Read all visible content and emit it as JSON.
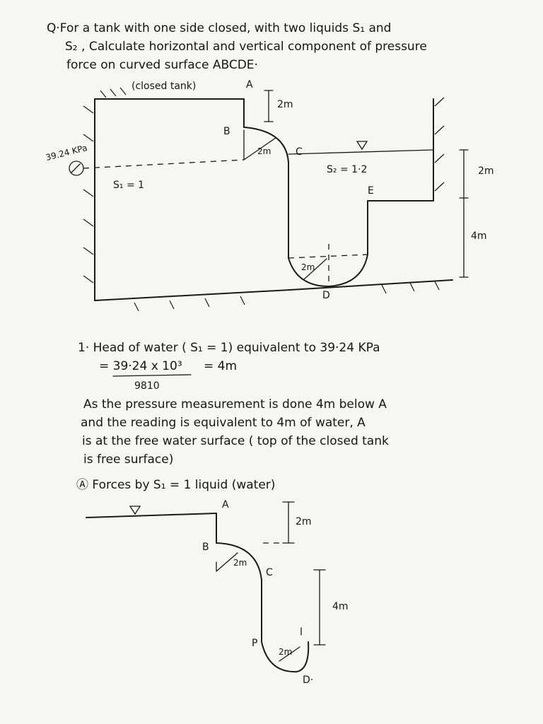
{
  "question": {
    "line1": "Q·For a tank with one side closed, with two liquids S₁ and",
    "line2": "S₂ , Calculate horizontal and vertical component of pressure",
    "line3": "force on curved surface ABCDE·"
  },
  "figure1": {
    "closed_tank_label": "(closed tank)",
    "A": "A",
    "B": "B",
    "C": "C",
    "D": "D",
    "E": "E",
    "dim_top": "2m",
    "radius_upper": "2m",
    "radius_lower": "2m",
    "gauge_reading": "39.24 KPa",
    "s1": "S₁ = 1",
    "s2": "S₂ = 1·2",
    "dim_right_upper": "2m",
    "dim_right_lower": "4m"
  },
  "solution": {
    "step1_title": "1· Head of water ( S₁ = 1) equivalent to 39·24 KPa",
    "step1_numerator": "= 39·24 x 10³",
    "step1_result": "= 4m",
    "step1_denominator": "9810",
    "para_line1": "As the pressure measurement is done 4m below A",
    "para_line2": "and the reading is equivalent to 4m of water, A",
    "para_line3": "is at the free water surface ( top of the closed tank",
    "para_line4": "is free surface)",
    "section_a": "Ⓐ Forces by S₁ = 1 liquid (water)"
  },
  "figure2": {
    "A": "A",
    "B": "B",
    "C": "C",
    "P": "P",
    "D": "D·",
    "dim_top": "2m",
    "radius_upper": "2m",
    "radius_lower": "2m",
    "dim_right": "4m"
  }
}
